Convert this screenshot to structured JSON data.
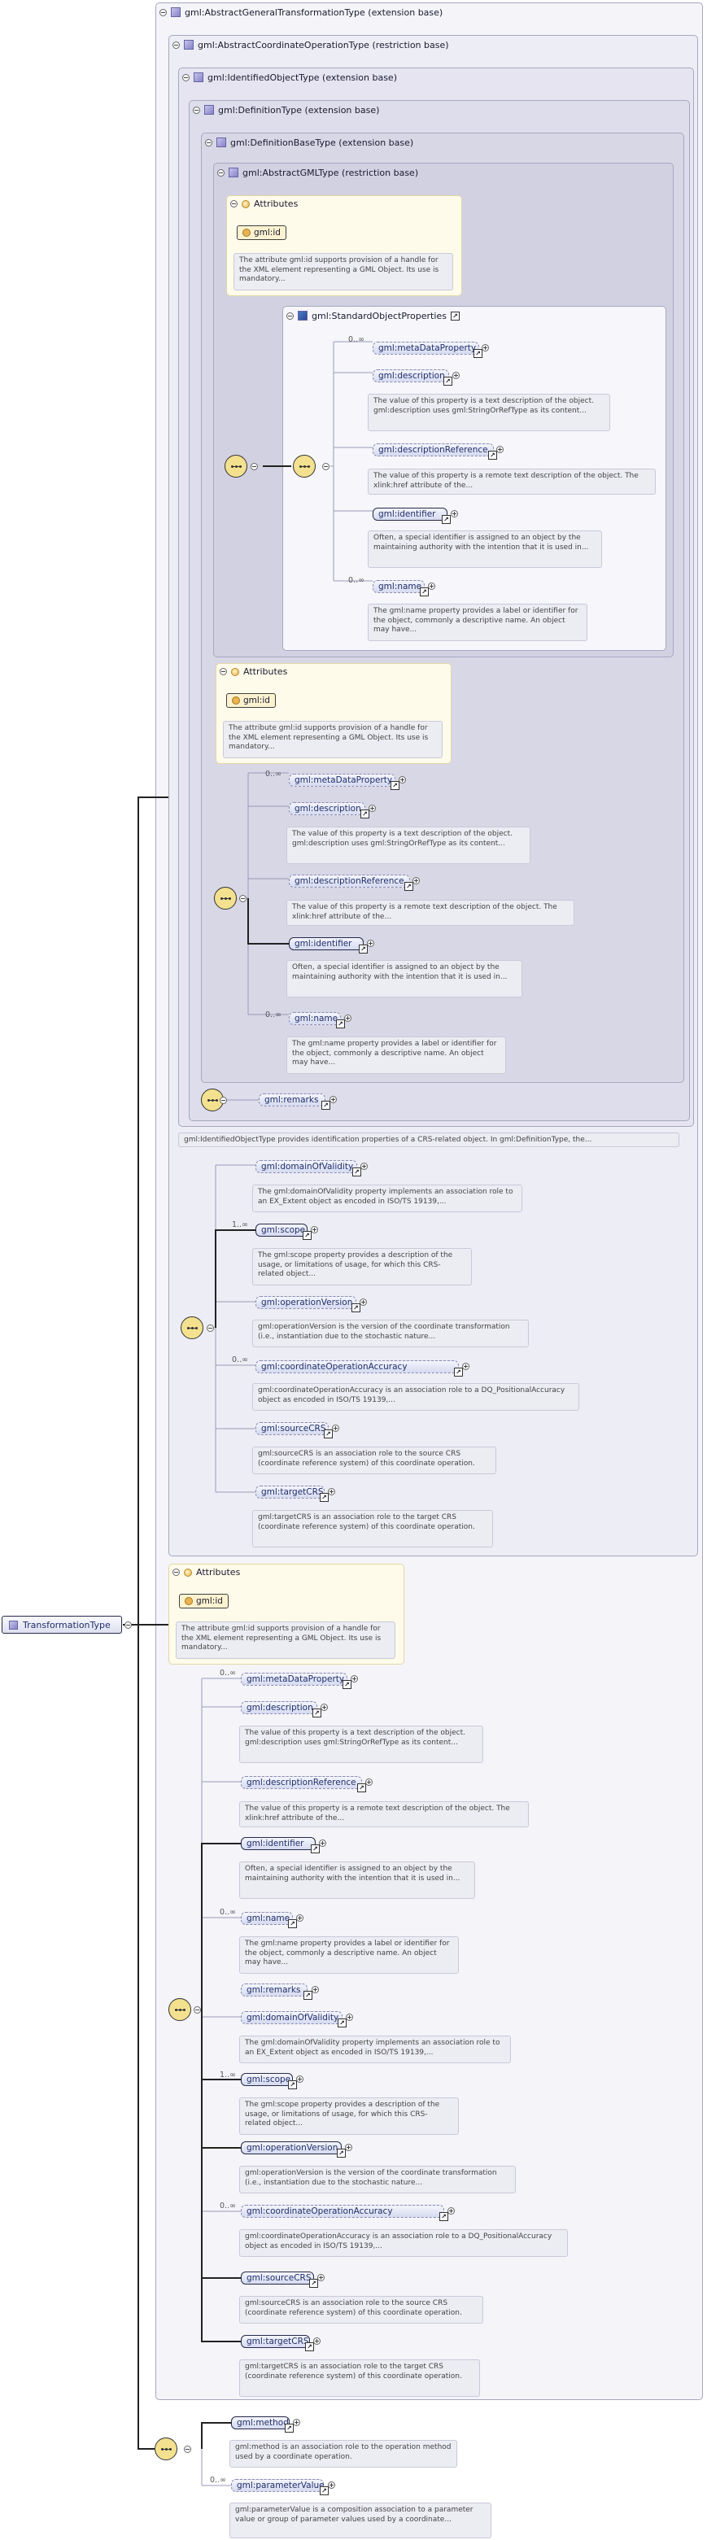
{
  "diagram_title": "TransformationType",
  "boxes": {
    "l1": "gml:AbstractGeneralTransformationType (extension base)",
    "l2": "gml:AbstractCoordinateOperationType (restriction base)",
    "l3": "gml:IdentifiedObjectType (extension base)",
    "l4": "gml:DefinitionType (extension base)",
    "l5": "gml:DefinitionBaseType (extension base)",
    "l6": "gml:AbstractGMLType (restriction base)",
    "std": "gml:StandardObjectProperties"
  },
  "attributes_label": "Attributes",
  "gmlid_label": "gml:id",
  "gmlid_note": "The attribute gml:id supports provision of a handle for the XML element representing a GML Object. Its use is mandatory...",
  "card": {
    "zero_many": "0..∞",
    "one_many": "1..∞"
  },
  "labels": {
    "metaDataProperty": "gml:metaDataProperty",
    "description": "gml:description",
    "descriptionReference": "gml:descriptionReference",
    "identifier": "gml:identifier",
    "name": "gml:name",
    "remarks": "gml:remarks",
    "domainOfValidity": "gml:domainOfValidity",
    "scope": "gml:scope",
    "operationVersion": "gml:operationVersion",
    "coordinateOperationAccuracy": "gml:coordinateOperationAccuracy",
    "sourceCRS": "gml:sourceCRS",
    "targetCRS": "gml:targetCRS",
    "method": "gml:method",
    "parameterValue": "gml:parameterValue"
  },
  "notes": {
    "description": "The value of this property is a text description of the object. gml:description uses gml:StringOrRefType as its content...",
    "descriptionReference": "The value of this property is a remote text description of the object. The xlink:href attribute of the...",
    "identifier": "Often, a special identifier is assigned to an object by the maintaining authority with the intention that it is used in...",
    "name": "The gml:name property provides a label or identifier for the object, commonly a descriptive name. An object may have...",
    "identifiedObjectType": "gml:IdentifiedObjectType provides identification properties of a CRS-related object. In gml:DefinitionType, the...",
    "domainOfValidity": "The gml:domainOfValidity property implements an association role to an EX_Extent object as encoded in ISO/TS 19139,...",
    "scope": "The gml:scope property provides a description of the usage, or limitations of usage, for which this CRS-related object...",
    "operationVersion": "gml:operationVersion is the version of the coordinate transformation (i.e., instantiation due to the stochastic nature...",
    "coordinateOperationAccuracy": "gml:coordinateOperationAccuracy is an association role to a DQ_PositionalAccuracy object as encoded in ISO/TS 19139,...",
    "sourceCRS": "gml:sourceCRS is an association role to the source CRS (coordinate reference system) of this coordinate operation.",
    "targetCRS": "gml:targetCRS is an association role to the target CRS (coordinate reference system) of this coordinate operation.",
    "method": "gml:method is an association role to the operation method used by a coordinate operation.",
    "parameterValue": "gml:parameterValue is a composition association to a parameter value or group of parameter values used by a coordinate..."
  },
  "colors": {
    "attr_bg": "#fffbea",
    "element_fill": "#d5daf0",
    "sequence_fill": "#f3e18f",
    "type_icon": "#8683c6"
  },
  "icons": [
    "type-icon",
    "attribute-icon",
    "sequence-icon",
    "link-arrow-icon",
    "collapse-toggle-icon"
  ]
}
